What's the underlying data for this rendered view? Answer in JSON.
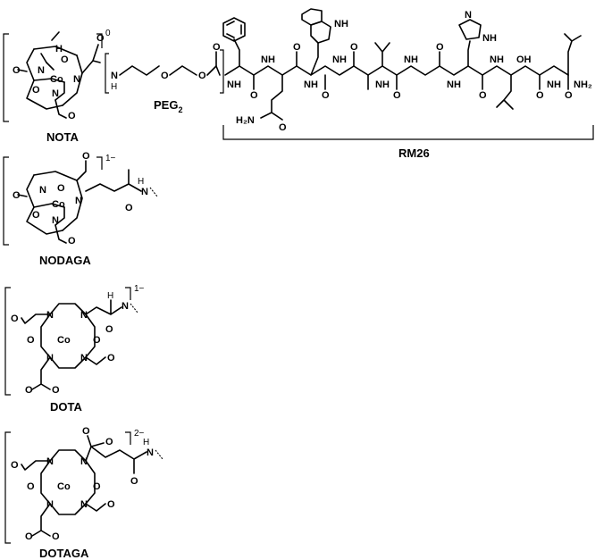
{
  "labels": {
    "nota": "NOTA",
    "nodaga": "NODAGA",
    "dota": "DOTA",
    "dotaga": "DOTAGA",
    "peg": "PEG",
    "peg_sub": "2",
    "rm26": "RM26"
  },
  "charges": {
    "nota": "0",
    "nodaga": "1−",
    "dota": "1−",
    "dotaga": "2−"
  },
  "atoms": {
    "metal": "Co",
    "nitrogen": "N",
    "oxygen": "O",
    "hydrogen": "H",
    "nh": "NH",
    "nh2": "NH₂",
    "h2n": "H₂N",
    "oh": "OH",
    "nh_ring": "NH"
  }
}
